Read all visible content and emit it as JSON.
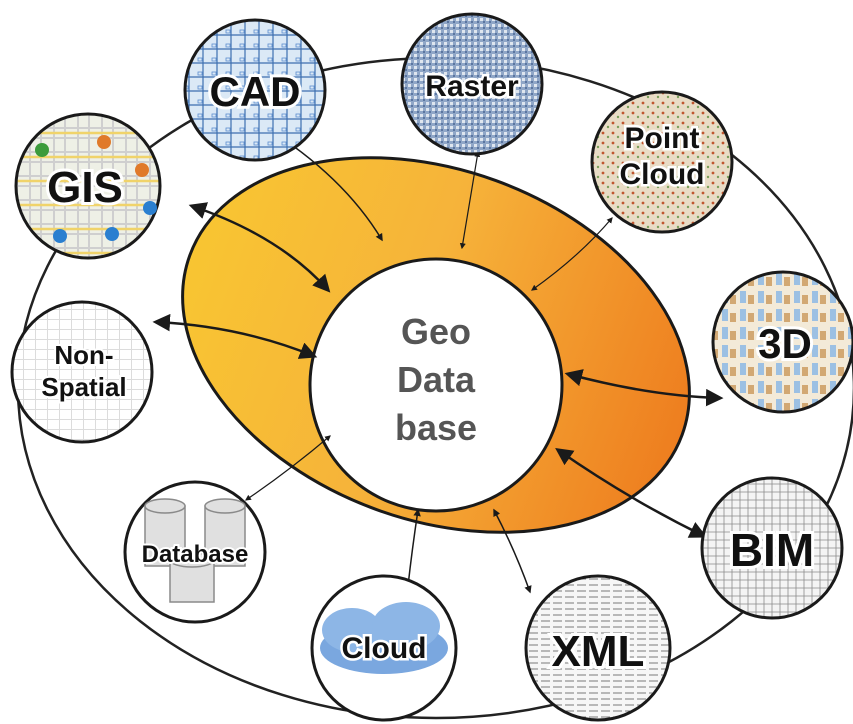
{
  "center": {
    "lines": [
      "Geo",
      "Data",
      "base"
    ]
  },
  "nodes": [
    {
      "id": "cad",
      "label": "CAD"
    },
    {
      "id": "raster",
      "label": "Raster"
    },
    {
      "id": "point-cloud",
      "label": "Point\nCloud"
    },
    {
      "id": "3d",
      "label": "3D"
    },
    {
      "id": "bim",
      "label": "BIM"
    },
    {
      "id": "xml",
      "label": "XML"
    },
    {
      "id": "cloud",
      "label": "Cloud"
    },
    {
      "id": "database",
      "label": "Database"
    },
    {
      "id": "non-spatial",
      "label": "Non-\nSpatial"
    },
    {
      "id": "gis",
      "label": "GIS"
    }
  ],
  "colors": {
    "ring_light": "#F8C532",
    "ring_dark": "#EE7E1F",
    "ring_outline": "#1A1A1A",
    "node_outline": "#1A1A1A",
    "orbit_line": "#222222",
    "arrow": "#1A1A1A"
  }
}
